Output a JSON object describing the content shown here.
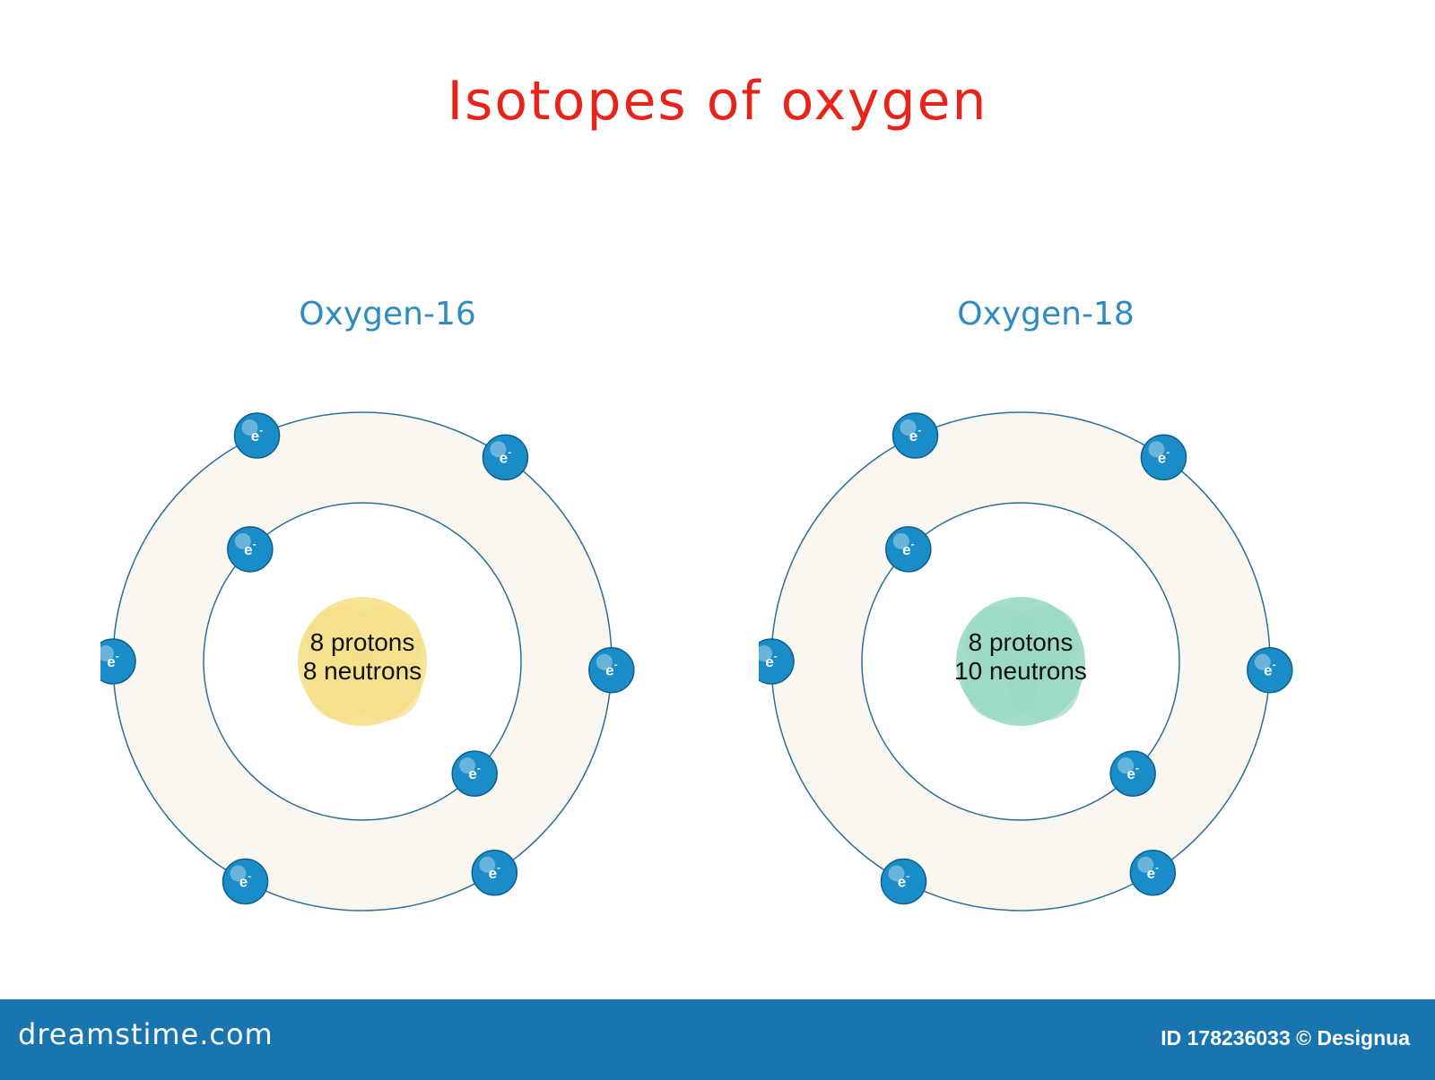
{
  "title": "Isotopes of oxygen",
  "electron_label": "e",
  "atoms": [
    {
      "name": "Oxygen-16",
      "protons_text": "8 protons",
      "neutrons_text": "8 neutrons",
      "nucleus_color": "#f5e08a",
      "inner_shell_electrons": 2,
      "outer_shell_electrons": 6
    },
    {
      "name": "Oxygen-18",
      "protons_text": "8 protons",
      "neutrons_text": "10 neutrons",
      "nucleus_color": "#9ad9c6",
      "inner_shell_electrons": 2,
      "outer_shell_electrons": 6
    }
  ],
  "colors": {
    "title": "#e8231a",
    "atom_label": "#2f8cc0",
    "electron": "#1a8cc8",
    "shell_fill": "#faf6f0",
    "orbit_line": "#2b6f9a",
    "footer_bg": "#1875b0"
  },
  "footer": {
    "logo": "dreamstime.com",
    "credit": "ID 178236033 © Designua"
  }
}
